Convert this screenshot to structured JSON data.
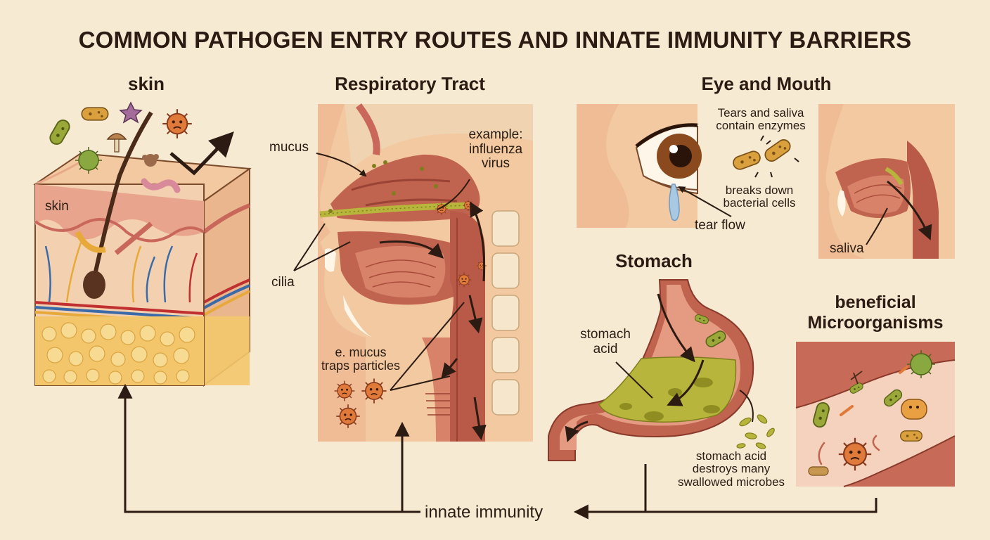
{
  "title": "COMMON PATHOGEN ENTRY ROUTES AND INNATE IMMUNITY BARRIERS",
  "sections": {
    "skin": {
      "title": "skin",
      "layer_label": "skin"
    },
    "respiratory": {
      "title": "Respiratory Tract",
      "mucus": "mucus",
      "cilia": "cilia",
      "example_line1": "example:",
      "example_line2": "influenza",
      "example_line3": "virus",
      "traps_line1": "e. mucus",
      "traps_line2": "traps particles"
    },
    "eye_mouth": {
      "title": "Eye and Mouth",
      "enzymes_line1": "Tears and saliva",
      "enzymes_line2": "contain enzymes",
      "breaks_line1": "breaks down",
      "breaks_line2": "bacterial cells",
      "tear_flow": "tear flow",
      "saliva": "saliva"
    },
    "stomach": {
      "title": "Stomach",
      "acid_line1": "stomach",
      "acid_line2": "acid",
      "destroys_line1": "stomach acid",
      "destroys_line2": "destroys many",
      "destroys_line3": "swallowed microbes"
    },
    "microbiota": {
      "title_line1": "beneficial",
      "title_line2": "Microorganisms"
    }
  },
  "footer": {
    "innate_immunity": "innate immunity"
  },
  "colors": {
    "background": "#f7ead3",
    "tissue_red": "#c0634f",
    "tissue_pink": "#e9a48d",
    "fat_yellow": "#f3c66b",
    "acid_green": "#b7b53b",
    "virus_orange": "#e07a3a",
    "text_dark": "#2b1b12"
  }
}
